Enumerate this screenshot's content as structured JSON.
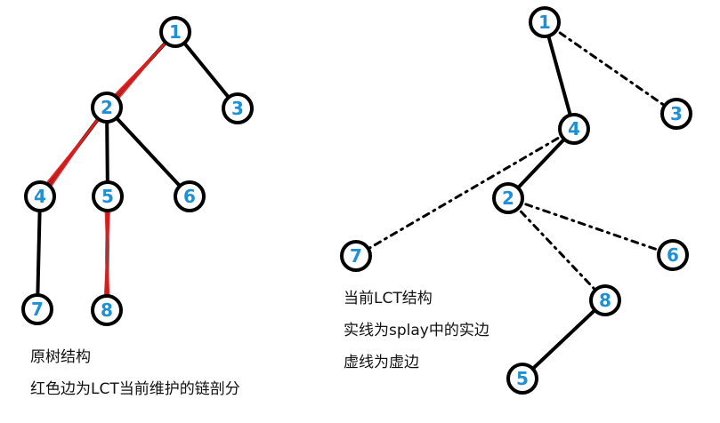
{
  "colors": {
    "edge": "#000000",
    "heavy": "#e02020",
    "node_stroke": "#000000",
    "label": "#1e90d6"
  },
  "original_tree": {
    "nodes": [
      {
        "id": "n1",
        "label": "1"
      },
      {
        "id": "n2",
        "label": "2"
      },
      {
        "id": "n3",
        "label": "3"
      },
      {
        "id": "n4",
        "label": "4"
      },
      {
        "id": "n5",
        "label": "5"
      },
      {
        "id": "n6",
        "label": "6"
      },
      {
        "id": "n7",
        "label": "7"
      },
      {
        "id": "n8",
        "label": "8"
      }
    ],
    "edges": [
      {
        "from": "1",
        "to": "2",
        "heavy": true
      },
      {
        "from": "1",
        "to": "3",
        "heavy": false
      },
      {
        "from": "2",
        "to": "4",
        "heavy": true
      },
      {
        "from": "2",
        "to": "5",
        "heavy": false
      },
      {
        "from": "2",
        "to": "6",
        "heavy": false
      },
      {
        "from": "4",
        "to": "7",
        "heavy": false
      },
      {
        "from": "5",
        "to": "8",
        "heavy": true
      }
    ],
    "captions": [
      "原树结构",
      "红色边为LCT当前维护的链剖分"
    ]
  },
  "lct": {
    "nodes": [
      {
        "id": "m1",
        "label": "1"
      },
      {
        "id": "m4",
        "label": "4"
      },
      {
        "id": "m3",
        "label": "3"
      },
      {
        "id": "m2",
        "label": "2"
      },
      {
        "id": "m7",
        "label": "7"
      },
      {
        "id": "m6",
        "label": "6"
      },
      {
        "id": "m8",
        "label": "8"
      },
      {
        "id": "m5",
        "label": "5"
      }
    ],
    "edges": [
      {
        "from": "1",
        "to": "4",
        "style": "solid"
      },
      {
        "from": "1",
        "to": "3",
        "style": "dotted"
      },
      {
        "from": "4",
        "to": "2",
        "style": "solid"
      },
      {
        "from": "4",
        "to": "7",
        "style": "dotted"
      },
      {
        "from": "2",
        "to": "6",
        "style": "dotted"
      },
      {
        "from": "2",
        "to": "8",
        "style": "dotted"
      },
      {
        "from": "8",
        "to": "5",
        "style": "solid"
      }
    ],
    "captions": [
      "当前LCT结构",
      "实线为splay中的实边",
      "虚线为虚边"
    ]
  }
}
